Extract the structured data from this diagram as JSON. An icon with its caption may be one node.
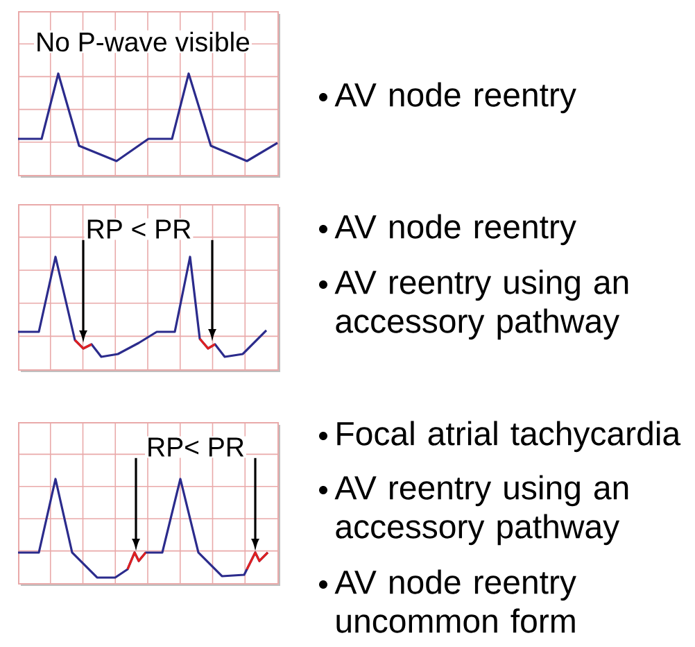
{
  "diagram": {
    "nodes": [
      {
        "text": [
          "No P-wave visible"
        ],
        "beside": [
          "AV node reentry"
        ]
      },
      {
        "text": [],
        "shape": "box",
        "beside": [
          "AV node reentry",
          "AV reentry using an accessory pathway"
        ]
      },
      {
        "text": [
          "RP < PR"
        ],
        "in": 1
      },
      {
        "text": [],
        "shape": "box",
        "beside": [
          "Focal atrial tachycardia",
          "AV reentry using an accessory pathway",
          "AV node reentry uncommon form"
        ]
      },
      {
        "text": [
          "RP< PR"
        ],
        "in": 3
      }
    ],
    "edges": [
      {
        "from": 2,
        "to": null,
        "arrow": "to"
      },
      {
        "from": 2,
        "to": null,
        "arrow": "to"
      },
      {
        "from": 4,
        "to": null,
        "arrow": "to"
      },
      {
        "from": 4,
        "to": null,
        "arrow": "to"
      }
    ]
  }
}
